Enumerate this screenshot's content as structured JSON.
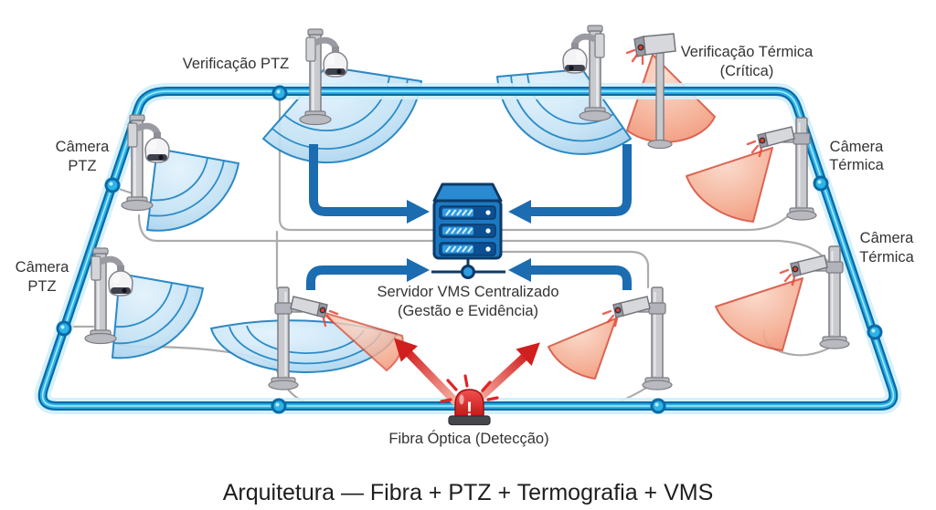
{
  "diagram": {
    "title": "Arquitetura — Fibra + PTZ + Termografia + VMS",
    "labels": {
      "verificacao_ptz": "Verificação PTZ",
      "verificacao_termica": {
        "line1": "Verificação Térmica",
        "line2": "(Crítica)"
      },
      "camera_ptz": {
        "line1": "Câmera",
        "line2": "PTZ"
      },
      "camera_termica": {
        "line1": "Câmera",
        "line2": "Térmica"
      },
      "servidor_vms": {
        "line1": "Servidor VMS Centralizado",
        "line2": "(Gestão e Evidência)"
      },
      "fibra_optica": "Fibra Óptica (Detecção)"
    },
    "alarm": {
      "glyph": "!"
    },
    "colors": {
      "fiber_core": "#2cb3e8",
      "fiber_edge": "#0a6aa6",
      "fiber_glow": "#cfeefb",
      "arrow_blue": "#1b6cb0",
      "arrow_red": "#cf1f1f",
      "cone_ptz_stroke": "#1a7fc0",
      "cone_thermal_stroke": "#d85540",
      "server_blue": "#1b79c4",
      "server_outline": "#0d3a66",
      "alarm_red": "#e02525",
      "connector_gray": "#acacac",
      "label_text": "#333333"
    }
  }
}
